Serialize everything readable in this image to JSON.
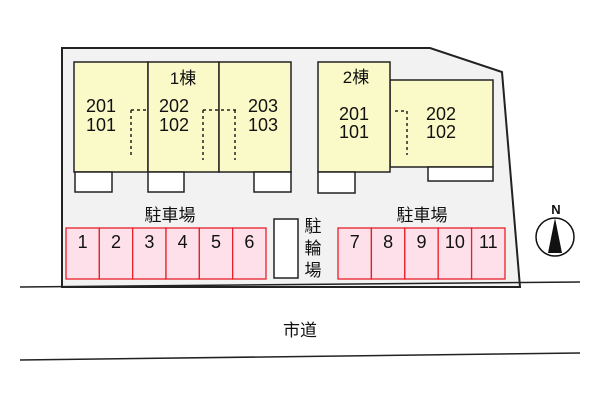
{
  "building1": {
    "label": "1棟",
    "units": [
      {
        "upper": "201",
        "lower": "101"
      },
      {
        "upper": "202",
        "lower": "102"
      },
      {
        "upper": "203",
        "lower": "103"
      }
    ]
  },
  "building2": {
    "label": "2棟",
    "units": [
      {
        "upper": "201",
        "lower": "101"
      },
      {
        "upper": "202",
        "lower": "102"
      }
    ]
  },
  "parking_left": {
    "label": "駐車場",
    "spaces": [
      "1",
      "2",
      "3",
      "4",
      "5",
      "6"
    ]
  },
  "parking_right": {
    "label": "駐車場",
    "spaces": [
      "7",
      "8",
      "9",
      "10",
      "11"
    ]
  },
  "bicycle_parking": {
    "label": [
      "駐",
      "輪",
      "場"
    ]
  },
  "road": {
    "label": "市道"
  },
  "compass": {
    "label": "N"
  },
  "colors": {
    "building": "#fafac8",
    "parking_fill": "#fde0ea",
    "parking_stroke": "#e8202a",
    "lot": "#f2f2f2"
  }
}
